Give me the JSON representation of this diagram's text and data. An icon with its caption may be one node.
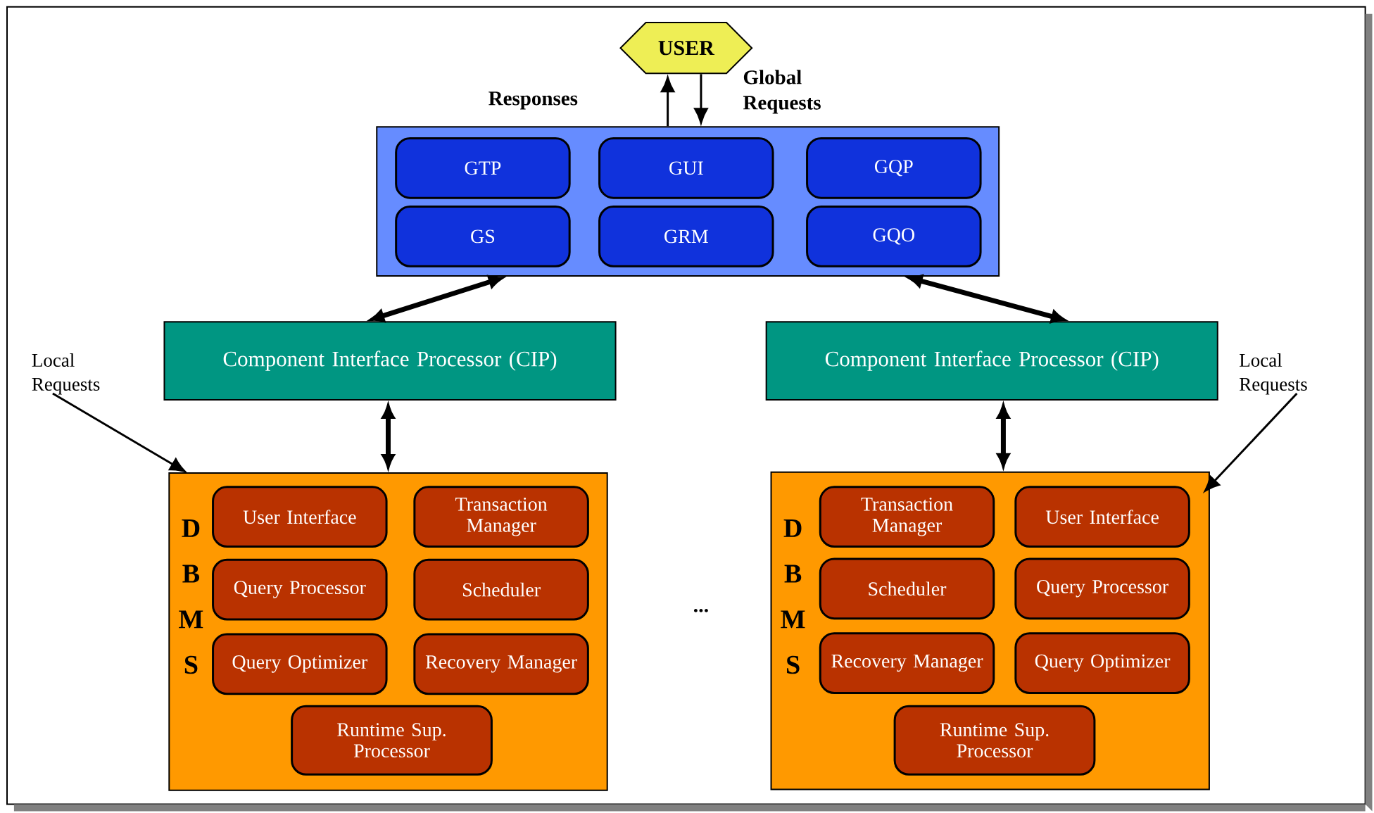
{
  "diagram": {
    "nodes": [
      {
        "text": [
          "USER"
        ]
      },
      {
        "text": [],
        "shape": "box"
      },
      {
        "text": [
          "GTP"
        ],
        "in": 1
      },
      {
        "text": [
          "GUI"
        ],
        "in": 1
      },
      {
        "text": [
          "GQP"
        ],
        "in": 1
      },
      {
        "text": [
          "GS"
        ],
        "in": 1
      },
      {
        "text": [
          "GRM"
        ],
        "in": 1
      },
      {
        "text": [
          "GQO"
        ],
        "in": 1
      },
      {
        "text": [
          "Component Interface Processor (CIP)"
        ]
      },
      {
        "text": [
          "Component Interface Processor (CIP)"
        ]
      },
      {
        "text": [
          "Local Requests"
        ]
      },
      {
        "text": [
          "D",
          "B",
          "M",
          "S"
        ]
      },
      {
        "text": [
          "User Interface"
        ],
        "in": 11
      },
      {
        "text": [
          "Transaction Manager"
        ],
        "in": 11
      },
      {
        "text": [
          "Query Processor"
        ],
        "in": 11
      },
      {
        "text": [
          "Scheduler"
        ],
        "in": 11
      },
      {
        "text": [
          "Query Optimizer"
        ],
        "in": 11
      },
      {
        "text": [
          "Recovery Manager"
        ],
        "in": 11
      },
      {
        "text": [
          "Runtime Sup. Processor"
        ],
        "in": 11
      },
      {
        "text": [
          "D",
          "B",
          "M",
          "S"
        ]
      },
      {
        "text": [
          "Transaction Manager"
        ],
        "in": 19
      },
      {
        "text": [
          "User Interface"
        ],
        "in": 19
      },
      {
        "text": [
          "Scheduler"
        ],
        "in": 19
      },
      {
        "text": [
          "Query Processor"
        ],
        "in": 19
      },
      {
        "text": [
          "Recovery Manager"
        ],
        "in": 19
      },
      {
        "text": [
          "Query Optimizer"
        ],
        "in": 19
      },
      {
        "text": [
          "Runtime Sup. Processor"
        ],
        "in": 19
      },
      {
        "text": [
          "Local Requests"
        ]
      }
    ],
    "edges": [
      {
        "from": 1,
        "to": 0,
        "arrow": "to",
        "label": "Responses"
      },
      {
        "from": 0,
        "to": 1,
        "arrow": "to",
        "label": "Global Requests"
      },
      {
        "from": 1,
        "to": 8,
        "arrow": "both",
        "style": "thick"
      },
      {
        "from": 1,
        "to": 9,
        "arrow": "both",
        "style": "thick"
      },
      {
        "from": 8,
        "to": 11,
        "arrow": "both",
        "style": "thick"
      },
      {
        "from": 9,
        "to": 19,
        "arrow": "both",
        "style": "thick"
      },
      {
        "from": 10,
        "to": 11,
        "arrow": "to"
      },
      {
        "from": 27,
        "to": 19,
        "arrow": "to"
      }
    ],
    "labels": [
      "..."
    ]
  }
}
